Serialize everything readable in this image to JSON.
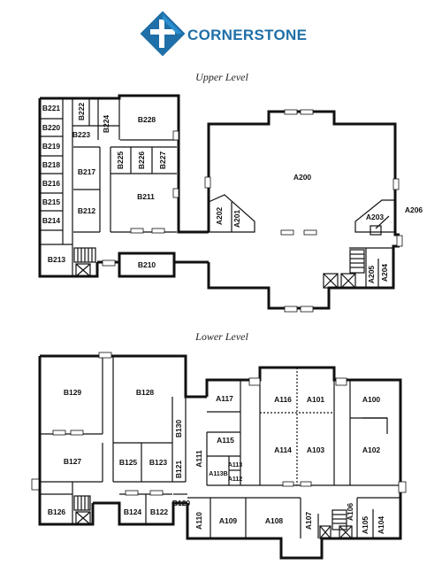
{
  "brand": {
    "name": "CORNERSTONE",
    "color": "#1f6fa8",
    "mark": "cross-logo"
  },
  "upper": {
    "title": "Upper Level",
    "rooms": [
      "B221",
      "B222",
      "B220",
      "B219",
      "B218",
      "B216",
      "B215",
      "B214",
      "B213",
      "B223",
      "B224",
      "B228",
      "B217",
      "B212",
      "B225",
      "B226",
      "B227",
      "B211",
      "B210",
      "A200",
      "A202",
      "A201",
      "A203",
      "A206",
      "A204",
      "A205"
    ]
  },
  "lower": {
    "title": "Lower Level",
    "rooms": [
      "B129",
      "B128",
      "B127",
      "B125",
      "B123",
      "B130",
      "B121",
      "B126",
      "B124",
      "B122",
      "B120",
      "A117",
      "A116",
      "A101",
      "A100",
      "A115",
      "A114",
      "A103",
      "A102",
      "A113",
      "A113B",
      "A112",
      "A111",
      "A110",
      "A109",
      "A108",
      "A107",
      "A106",
      "A105",
      "A104"
    ]
  }
}
